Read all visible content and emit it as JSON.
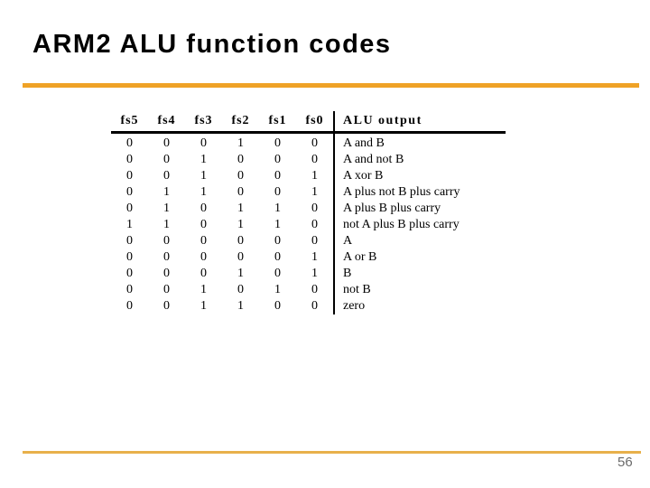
{
  "slide": {
    "title": "ARM2 ALU function codes",
    "page_number": "56"
  },
  "colors": {
    "rule_top": "#EFA226",
    "rule_bottom": "#E8B04B",
    "page_number": "#6B6B6B",
    "title": "#000000",
    "table_text": "#000000"
  },
  "table": {
    "headers": [
      "fs5",
      "fs4",
      "fs3",
      "fs2",
      "fs1",
      "fs0",
      "ALU output"
    ],
    "rows": [
      {
        "bits": [
          "0",
          "0",
          "0",
          "1",
          "0",
          "0"
        ],
        "output": "A and B"
      },
      {
        "bits": [
          "0",
          "0",
          "1",
          "0",
          "0",
          "0"
        ],
        "output": "A and not B"
      },
      {
        "bits": [
          "0",
          "0",
          "1",
          "0",
          "0",
          "1"
        ],
        "output": "A xor B"
      },
      {
        "bits": [
          "0",
          "1",
          "1",
          "0",
          "0",
          "1"
        ],
        "output": "A plus not B plus carry"
      },
      {
        "bits": [
          "0",
          "1",
          "0",
          "1",
          "1",
          "0"
        ],
        "output": "A plus B plus carry"
      },
      {
        "bits": [
          "1",
          "1",
          "0",
          "1",
          "1",
          "0"
        ],
        "output": "not A plus B plus carry"
      },
      {
        "bits": [
          "0",
          "0",
          "0",
          "0",
          "0",
          "0"
        ],
        "output": "A"
      },
      {
        "bits": [
          "0",
          "0",
          "0",
          "0",
          "0",
          "1"
        ],
        "output": "A or B"
      },
      {
        "bits": [
          "0",
          "0",
          "0",
          "1",
          "0",
          "1"
        ],
        "output": "B"
      },
      {
        "bits": [
          "0",
          "0",
          "1",
          "0",
          "1",
          "0"
        ],
        "output": "not B"
      },
      {
        "bits": [
          "0",
          "0",
          "1",
          "1",
          "0",
          "0"
        ],
        "output": "zero"
      }
    ]
  }
}
